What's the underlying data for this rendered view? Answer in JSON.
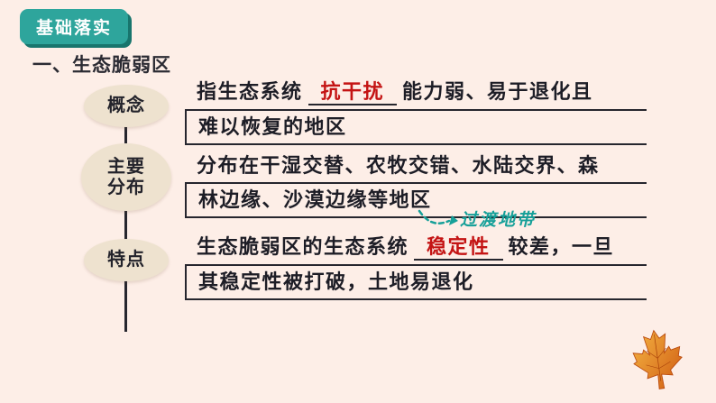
{
  "badge": {
    "label": "基础落实"
  },
  "heading": "一、生态脆弱区",
  "diagram": {
    "nodes": [
      {
        "label": "概念"
      },
      {
        "label": "主要分布",
        "line1": "主要",
        "line2": "分布"
      },
      {
        "label": "特点"
      }
    ]
  },
  "content": {
    "concept": {
      "pre": "指生态系统",
      "blank": "抗干扰",
      "post": "能力弱、易于退化且",
      "line2": "难以恢复的地区"
    },
    "distribution": {
      "line1": "分布在干湿交替、农牧交错、水陆交界、森",
      "line2": "林边缘、沙漠边缘等地区",
      "annotation": "过渡地带"
    },
    "feature": {
      "pre": "生态脆弱区的生态系统",
      "blank": "稳定性",
      "post": "较差，一旦",
      "line2": "其稳定性被打破，土地易退化"
    }
  },
  "colors": {
    "background": "#fdeee7",
    "badge_teal": "#2ea59c",
    "badge_shadow": "#18756d",
    "ink": "#26262e",
    "answer_red": "#c41414",
    "annotation_teal": "#16a099",
    "node_beige": "#eee2cf",
    "leaf_orange": "#e07b1f"
  }
}
